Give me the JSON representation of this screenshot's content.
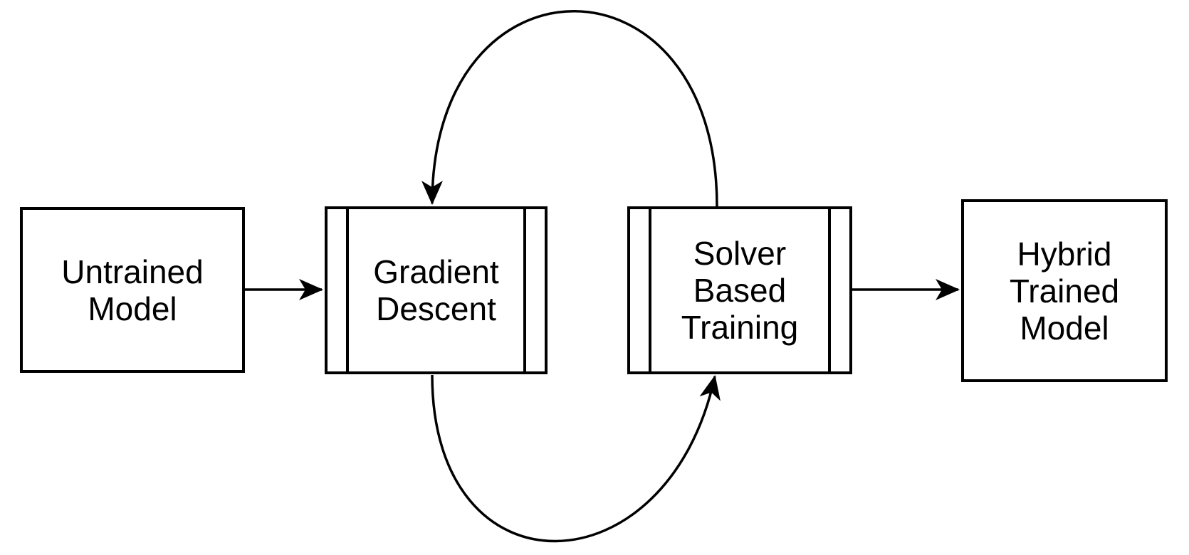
{
  "diagram": {
    "background_color": "#ffffff",
    "stroke_color": "#000000",
    "text_color": "#000000",
    "node_fill_color": "#ffffff",
    "nodes": [
      {
        "id": "untrained-model",
        "shape": "rectangle",
        "label": "Untrained Model",
        "lines": [
          "Untrained",
          "Model"
        ]
      },
      {
        "id": "gradient-descent",
        "shape": "predefined-process",
        "label": "Gradient Descent",
        "lines": [
          "Gradient",
          "Descent"
        ]
      },
      {
        "id": "solver-based-training",
        "shape": "predefined-process",
        "label": "Solver Based Training",
        "lines": [
          "Solver",
          "Based",
          "Training"
        ]
      },
      {
        "id": "hybrid-trained-model",
        "shape": "rectangle",
        "label": "Hybrid Trained Model",
        "lines": [
          "Hybrid",
          "Trained",
          "Model"
        ]
      }
    ],
    "edges": [
      {
        "from": "untrained-model",
        "to": "gradient-descent",
        "style": "straight-horizontal-arrow"
      },
      {
        "from": "gradient-descent",
        "to": "solver-based-training",
        "style": "curved-arc-below-arrow"
      },
      {
        "from": "solver-based-training",
        "to": "gradient-descent",
        "style": "curved-arc-above-arrow"
      },
      {
        "from": "solver-based-training",
        "to": "hybrid-trained-model",
        "style": "straight-horizontal-arrow"
      }
    ]
  }
}
